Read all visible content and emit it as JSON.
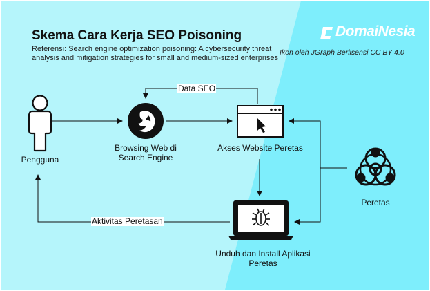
{
  "header": {
    "title": "Skema Cara Kerja SEO Poisoning",
    "reference": "Referensi: Search engine optimization poisoning: A cybersecurity threat analysis and mitigation strategies for small and medium-sized enterprises",
    "icon_credit": "Ikon oleh JGraph Berlisensi CC BY 4.0",
    "brand": "DomaiNesia"
  },
  "nodes": {
    "user": {
      "label": "Pengguna",
      "icon": "person-icon"
    },
    "browser": {
      "label": "Browsing Web di Search Engine",
      "icon": "firefox-icon"
    },
    "website": {
      "label": "Akses Website Peretas",
      "icon": "browser-window-icon"
    },
    "hacker": {
      "label": "Peretas",
      "icon": "biohazard-icon"
    },
    "download": {
      "label": "Unduh dan Install Aplikasi Peretas",
      "icon": "laptop-bug-icon"
    }
  },
  "edges": {
    "seo_data": "Data SEO",
    "hacking_activity": "Aktivitas Peretasan"
  },
  "colors": {
    "background_light": "#b5f5fb",
    "background_dark": "#7eeefc",
    "stroke": "#111111",
    "brand": "#ffffff"
  }
}
